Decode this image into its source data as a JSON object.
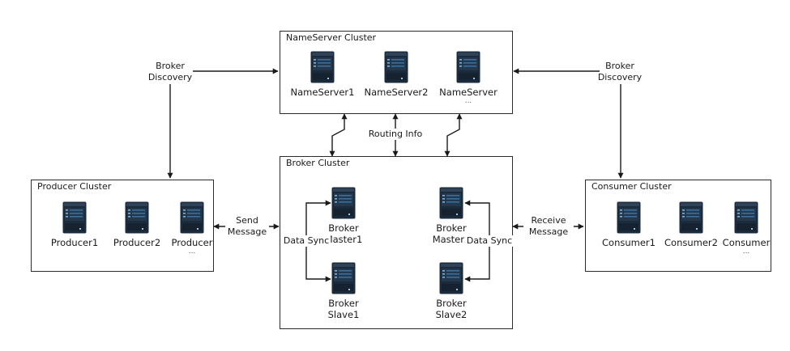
{
  "clusters": {
    "nameserver": {
      "title": "NameServer Cluster",
      "nodes": [
        {
          "label": "NameServer1",
          "sub": ""
        },
        {
          "label": "NameServer2",
          "sub": ""
        },
        {
          "label": "NameServer",
          "sub": "..."
        }
      ]
    },
    "producer": {
      "title": "Producer Cluster",
      "nodes": [
        {
          "label": "Producer1",
          "sub": ""
        },
        {
          "label": "Producer2",
          "sub": ""
        },
        {
          "label": "Producer",
          "sub": "..."
        }
      ]
    },
    "broker": {
      "title": "Broker Cluster",
      "master1": {
        "line1": "Broker",
        "line2": "Master1"
      },
      "master2": {
        "line1": "Broker",
        "line2": "Master2"
      },
      "slave1": {
        "line1": "Broker",
        "line2": "Slave1"
      },
      "slave2": {
        "line1": "Broker",
        "line2": "Slave2"
      }
    },
    "consumer": {
      "title": "Consumer Cluster",
      "nodes": [
        {
          "label": "Consumer1",
          "sub": ""
        },
        {
          "label": "Consumer2",
          "sub": ""
        },
        {
          "label": "Consumer",
          "sub": "..."
        }
      ]
    }
  },
  "annotations": {
    "broker_discovery_left": {
      "line1": "Broker",
      "line2": "Discovery"
    },
    "broker_discovery_right": {
      "line1": "Broker",
      "line2": "Discovery"
    },
    "routing_info": "Routing Info",
    "send_message": {
      "line1": "Send",
      "line2": "Message"
    },
    "receive_message": {
      "line1": "Receive",
      "line2": "Message"
    },
    "data_sync_left": "Data Sync",
    "data_sync_right": "Data Sync"
  },
  "colors": {
    "server_body": "#1b2b3c",
    "server_top": "#2f4257",
    "server_slot": "#3b6f99",
    "server_highlight": "#7fb2d8",
    "line": "#1a1a1a",
    "border": "#2b2b2b"
  },
  "icons": {
    "server": "server-rack-icon",
    "arrow": "arrowhead-icon"
  }
}
